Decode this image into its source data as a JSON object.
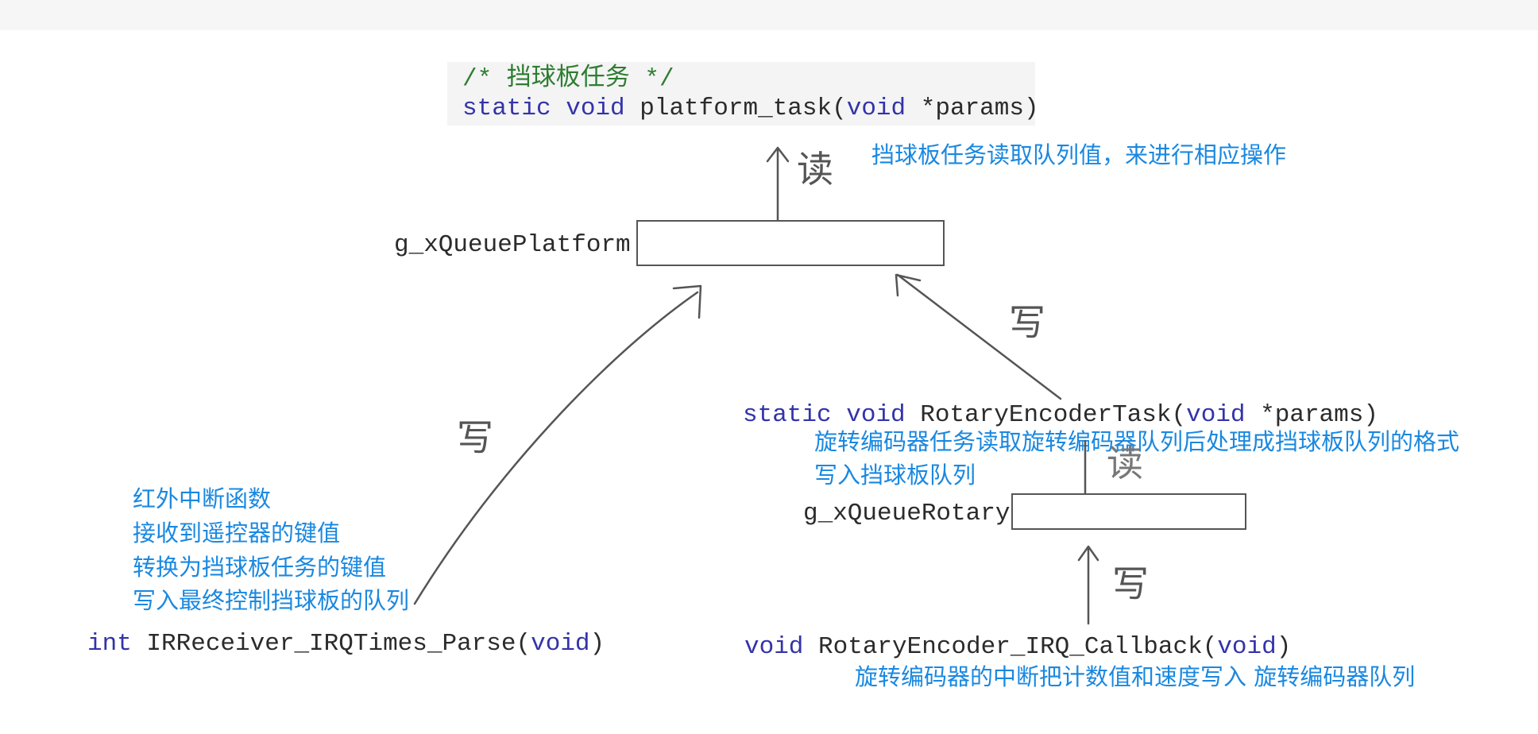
{
  "platform_task": {
    "comment": "/* 挡球板任务 */",
    "sig_kw1": "static",
    "sig_kw2": "void",
    "sig_name": "platform_task(",
    "sig_kw3": "void",
    "sig_rest": " *params)",
    "note": "挡球板任务读取队列值，来进行相应操作"
  },
  "queue_platform": {
    "label": "g_xQueuePlatform"
  },
  "rotary_task": {
    "sig_kw1": "static",
    "sig_kw2": "void",
    "sig_name": "RotaryEncoderTask(",
    "sig_kw3": "void",
    "sig_rest": " *params)",
    "note_line1": "旋转编码器任务读取旋转编码器队列后处理成挡球板队列的格式",
    "note_line2": "写入挡球板队列"
  },
  "queue_rotary": {
    "label": "g_xQueueRotary"
  },
  "ir_parse": {
    "note_line1": "红外中断函数",
    "note_line2": "接收到遥控器的键值",
    "note_line3": "转换为挡球板任务的键值",
    "note_line4": "写入最终控制挡球板的队列",
    "sig_kw1": "int",
    "sig_name": " IRReceiver_IRQTimes_Parse(",
    "sig_kw2": "void",
    "sig_rest": ")"
  },
  "rotary_irq": {
    "sig_kw1": "void",
    "sig_name": " RotaryEncoder_IRQ_Callback(",
    "sig_kw2": "void",
    "sig_rest": ")",
    "note": "旋转编码器的中断把计数值和速度写入 旋转编码器队列"
  },
  "handwriting": {
    "read_top": "读",
    "read_rotary": "读",
    "write_ir": "写",
    "write_rotary_task": "写",
    "write_irq": "写"
  },
  "colors": {
    "note_blue": "#1a88e0",
    "keyword": "#3333aa",
    "comment": "#2e7d32",
    "line": "#555555"
  }
}
